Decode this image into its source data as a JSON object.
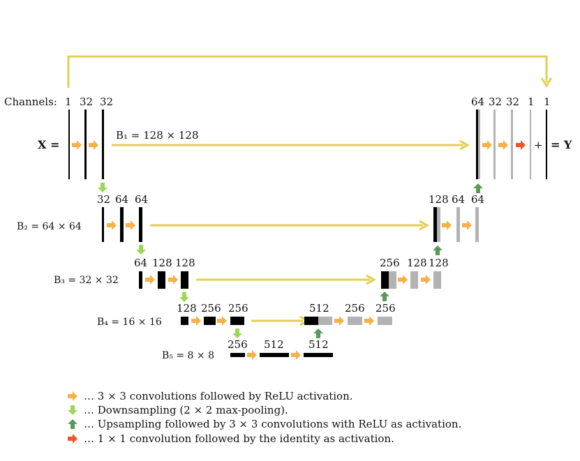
{
  "channels_label": "Channels:",
  "input_eq": "X =",
  "output_eq": "= Y",
  "plus": "+",
  "level1": {
    "label": "B₁ = 128 × 128",
    "enc_channels": [
      "1",
      "32",
      "32"
    ],
    "dec_channels": [
      "64",
      "32",
      "32",
      "1",
      "1"
    ]
  },
  "level2": {
    "label": "B₂ = 64 × 64",
    "enc_channels": [
      "32",
      "64",
      "64"
    ],
    "dec_channels": [
      "128",
      "64",
      "64"
    ]
  },
  "level3": {
    "label": "B₃ = 32 × 32",
    "enc_channels": [
      "64",
      "128",
      "128"
    ],
    "dec_channels": [
      "256",
      "128",
      "128"
    ]
  },
  "level4": {
    "label": "B₄ = 16 × 16",
    "enc_channels": [
      "128",
      "256",
      "256"
    ],
    "dec_channels": [
      "512",
      "256",
      "256"
    ]
  },
  "level5": {
    "label": "B₅ = 8 × 8",
    "channels": [
      "256",
      "512",
      "512"
    ]
  },
  "legend": [
    {
      "icon": "orange-right-arrow-icon",
      "color": "#f6b14a",
      "text": "…  3 × 3 convolutions followed by ReLU activation."
    },
    {
      "icon": "light-green-down-arrow-icon",
      "color": "#9ed65a",
      "text": "…  Downsampling (2 × 2 max-pooling)."
    },
    {
      "icon": "dark-green-up-arrow-icon",
      "color": "#5a9a58",
      "text": "…  Upsampling followed by 3 × 3 convolutions with ReLU as activation."
    },
    {
      "icon": "red-right-arrow-icon",
      "color": "#ee5527",
      "text": "…  1 × 1 convolution followed by the identity as activation."
    }
  ],
  "colors": {
    "conv": "#f6b14a",
    "down": "#9ed65a",
    "up": "#5a9a58",
    "final": "#ee5527",
    "skip": "#e3cf52",
    "encoder_block": "#000000",
    "decoder_block": "#b3b3b3"
  }
}
